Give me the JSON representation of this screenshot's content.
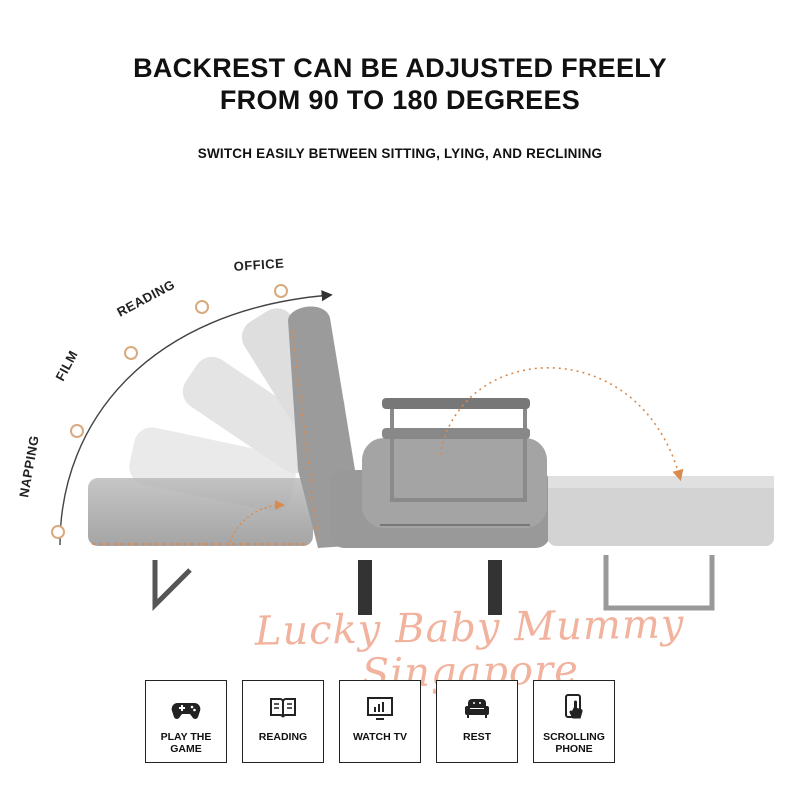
{
  "headline": {
    "line1": "BACKREST CAN BE ADJUSTED FREELY",
    "line2": "FROM 90 TO 180 DEGREES"
  },
  "subheadline": "SWITCH EASILY BETWEEN SITTING, LYING, AND RECLINING",
  "arc_labels": {
    "office": "OFFICE",
    "reading": "READING",
    "film": "FILM",
    "napping": "NAPPING"
  },
  "watermark": {
    "line1": "Lucky Baby Mummy",
    "line2": "Singapore"
  },
  "features": [
    {
      "icon": "gamepad-icon",
      "label": "PLAY THE GAME"
    },
    {
      "icon": "book-icon",
      "label": "READING"
    },
    {
      "icon": "tv-icon",
      "label": "WATCH TV"
    },
    {
      "icon": "sofa-icon",
      "label": "REST"
    },
    {
      "icon": "phone-icon",
      "label": "SCROLLING PHONE"
    }
  ],
  "colors": {
    "fabric": "#a9a9a9",
    "accent": "#d98a4e",
    "watermark": "#ec9678"
  }
}
